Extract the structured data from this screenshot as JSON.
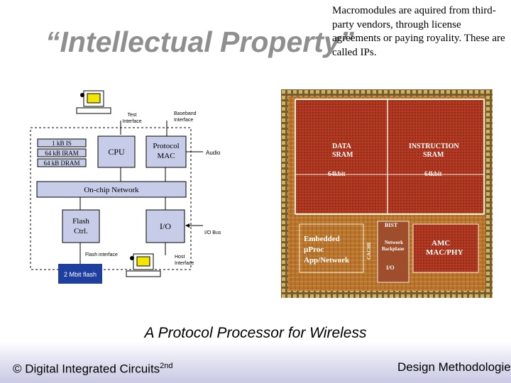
{
  "slide": {
    "title": "“Intellectual Property”",
    "note": "Macromodules are aquired from third-party vendors, through license agreements or paying royality. These are called IPs.",
    "caption": "A Protocol Processor for Wireless"
  },
  "diagram": {
    "test_interface": [
      "Test",
      "Interface"
    ],
    "baseband_interface": [
      "Baseband",
      "Interface"
    ],
    "memory": [
      "1 kB IS",
      "64 kB IRAM",
      "64 kB DRAM"
    ],
    "cpu": "CPU",
    "protocol_mac": [
      "Protocol",
      "MAC"
    ],
    "audio": "Audio",
    "network": "On-chip Network",
    "flash_ctrl": [
      "Flash",
      "Ctrl."
    ],
    "io": "I/O",
    "io_bus": "I/O Bus",
    "flash_interface": "Flash interface",
    "host_interface": [
      "Host",
      "Interface"
    ],
    "flash": "2 Mbit flash"
  },
  "chip": {
    "data_sram": [
      "DATA",
      "SRAM"
    ],
    "data_size": "64kbit",
    "instruction_sram": [
      "INSTRUCTION",
      "SRAM"
    ],
    "instruction_size": "64kbit",
    "bist": "BIST",
    "network": [
      "Network",
      "Backplane"
    ],
    "embedded": [
      "Embedded",
      "µProc",
      "App/Network"
    ],
    "cache": "CACHE",
    "amc": [
      "AMC",
      "MAC/PHY"
    ],
    "io": "I/O"
  },
  "footer": {
    "left": "© Digital Integrated Circuits",
    "left_sup": "2nd",
    "right": "Design Methodologies"
  },
  "colors": {
    "title": "#8f8f8f",
    "block_fill": "#c7cde9",
    "flash_fill": "#1f3f9f",
    "chip_base": "#c8a070",
    "chip_text": "#ffffff"
  }
}
